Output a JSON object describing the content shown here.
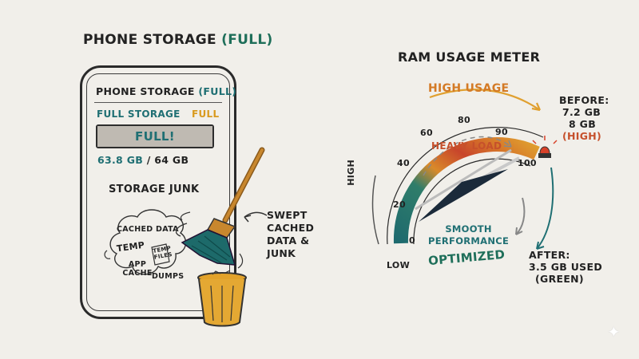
{
  "left": {
    "title_main": "PHONE STORAGE",
    "title_paren": "(FULL)",
    "screen": {
      "title_main": "PHONE STORAGE",
      "title_paren": "(FULL)",
      "status_label": "FULL STORAGE",
      "status_tag": "FULL",
      "bar_text": "FULL!",
      "bar_fill_percent": 100,
      "usage_used": "63.8 GB",
      "usage_total": "/ 64 GB",
      "junk_title": "STORAGE JUNK",
      "junk_items": [
        "CACHED DATA",
        "TEMP",
        "TEMP FILES",
        "APP CACHE",
        "DUMPS"
      ]
    },
    "swept_label": [
      "SWEPT",
      "CACHED",
      "DATA &",
      "JUNK"
    ]
  },
  "right": {
    "title": "RAM USAGE METER",
    "arc_label": "HIGH USAGE",
    "ticks": [
      "0",
      "20",
      "40",
      "60",
      "80",
      "90",
      "100"
    ],
    "heavy_load": "HEAVY LOAD",
    "side_label": "HIGH",
    "low_label": "LOW",
    "smooth_label": [
      "SMOOTH",
      "PERFORMANCE"
    ],
    "optimized_label": "OPTIMIZED",
    "before": {
      "title": "BEFORE:",
      "line1": "7.2 GB",
      "line2": "8 GB",
      "line3": "(HIGH)"
    },
    "after": {
      "title": "AFTER:",
      "line1": "3.5 GB USED",
      "line2": "(GREEN)"
    }
  },
  "colors": {
    "teal": "#1f6f73",
    "orange": "#d99a1e",
    "red": "#c6502b",
    "green": "#1f6f5a",
    "background": "#f1efea"
  },
  "icons": [
    "broom-icon",
    "trash-bin-icon",
    "alarm-light-icon",
    "gauge-needle-icon",
    "sparkle-icon"
  ]
}
